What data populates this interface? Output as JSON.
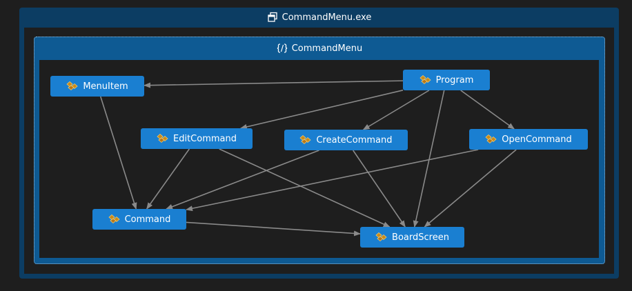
{
  "assembly": {
    "title": "CommandMenu.exe",
    "icon": "assembly-icon"
  },
  "namespace": {
    "title": "CommandMenu",
    "icon": "namespace-braces-icon"
  },
  "colors": {
    "node": "#1a7fd1",
    "edge": "#8a8a8a",
    "assembly_frame": "#0c3d63",
    "namespace_frame": "#0e5a93",
    "canvas": "#1e1e1e"
  },
  "nodes": [
    {
      "id": "program",
      "label": "Program"
    },
    {
      "id": "menuitem",
      "label": "MenuItem"
    },
    {
      "id": "editcommand",
      "label": "EditCommand"
    },
    {
      "id": "createcommand",
      "label": "CreateCommand"
    },
    {
      "id": "opencommand",
      "label": "OpenCommand"
    },
    {
      "id": "command",
      "label": "Command"
    },
    {
      "id": "boardscreen",
      "label": "BoardScreen"
    }
  ],
  "edges": [
    {
      "from": "program",
      "to": "menuitem"
    },
    {
      "from": "program",
      "to": "editcommand"
    },
    {
      "from": "program",
      "to": "createcommand"
    },
    {
      "from": "program",
      "to": "opencommand"
    },
    {
      "from": "program",
      "to": "boardscreen"
    },
    {
      "from": "menuitem",
      "to": "command"
    },
    {
      "from": "editcommand",
      "to": "command"
    },
    {
      "from": "editcommand",
      "to": "boardscreen"
    },
    {
      "from": "createcommand",
      "to": "command"
    },
    {
      "from": "createcommand",
      "to": "boardscreen"
    },
    {
      "from": "opencommand",
      "to": "command"
    },
    {
      "from": "opencommand",
      "to": "boardscreen"
    },
    {
      "from": "command",
      "to": "boardscreen"
    }
  ]
}
